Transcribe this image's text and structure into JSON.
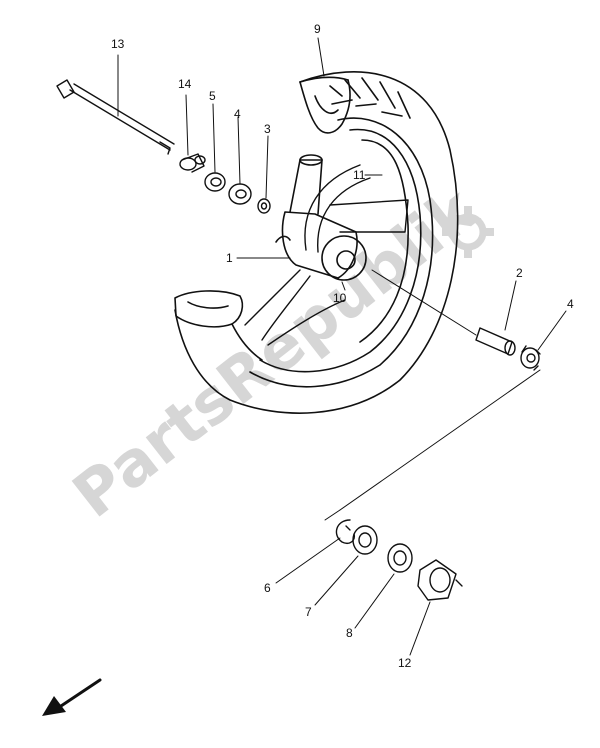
{
  "watermark": {
    "text": "PartsRepublik"
  },
  "part_labels": {
    "p1": "1",
    "p2": "2",
    "p3": "3",
    "p4a": "4",
    "p4b": "4",
    "p5": "5",
    "p6": "6",
    "p7": "7",
    "p8": "8",
    "p9": "9",
    "p10": "10",
    "p11": "11",
    "p12": "12",
    "p13": "13",
    "p14": "14"
  },
  "icons": {
    "direction": "front-arrow-icon",
    "watermark_gear": "gear-icon"
  },
  "colors": {
    "ink": "#111111",
    "watermark": "#d6d6d6"
  }
}
